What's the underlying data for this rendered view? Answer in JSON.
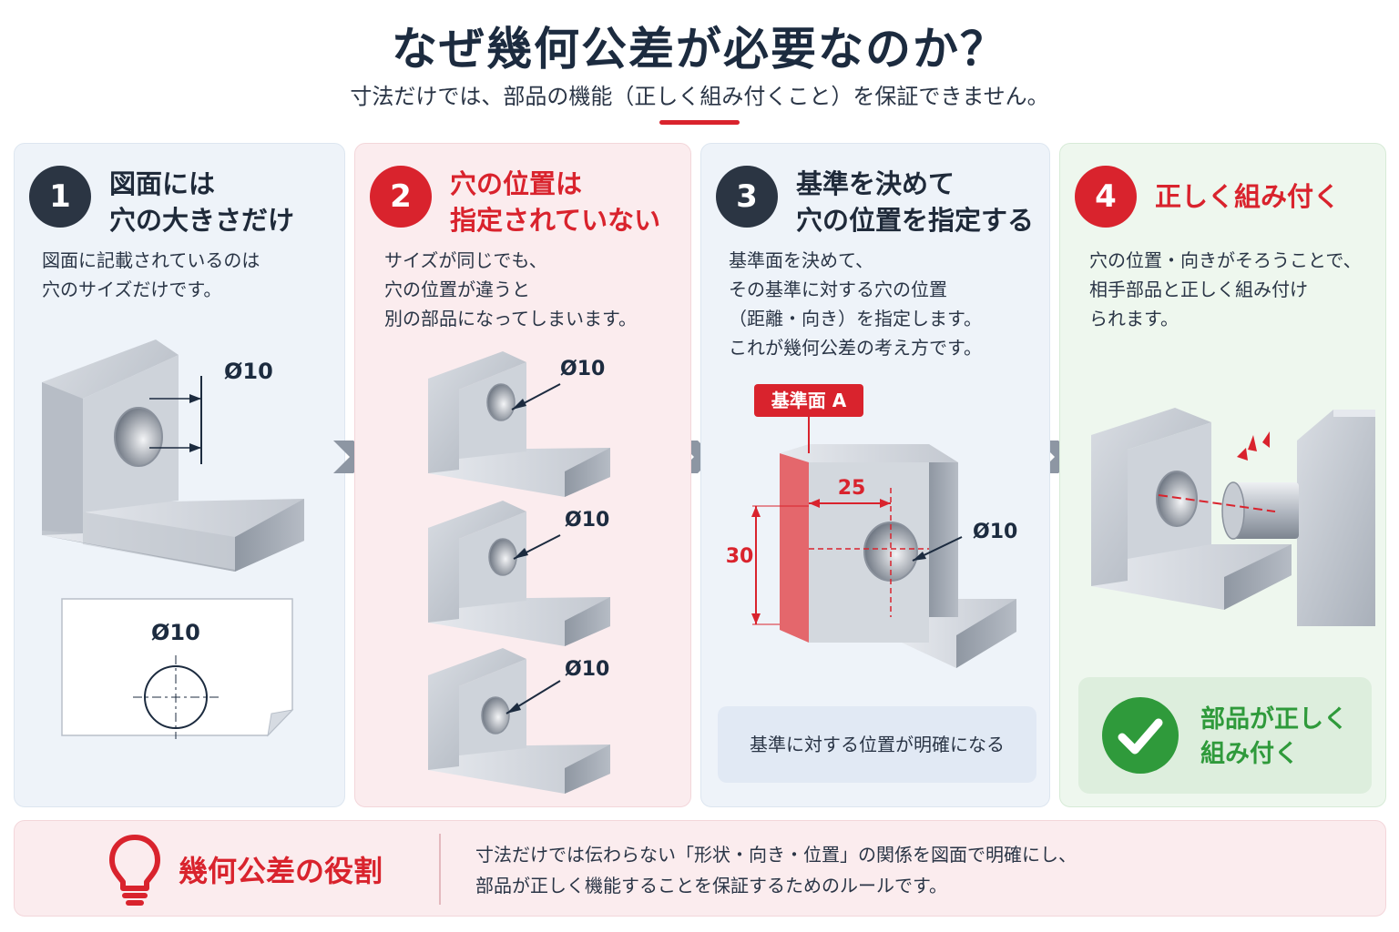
{
  "header": {
    "title": "なぜ幾何公差が必要なのか？",
    "subtitle": "寸法だけでは、部品の機能（正しく組み付くこと）を保証できません。"
  },
  "colors": {
    "accent_red": "#d9232d",
    "dark": "#2b3543",
    "success_green": "#2f9a3b"
  },
  "panels": [
    {
      "number": "1",
      "title_lines": [
        "図面には",
        "穴の大きさだけ"
      ],
      "desc_lines": [
        "図面に記載されているのは",
        "穴のサイズだけです。"
      ],
      "dim_label": "Ø10",
      "drawing_label": "Ø10"
    },
    {
      "number": "2",
      "title_lines": [
        "穴の位置は",
        "指定されていない"
      ],
      "desc_lines": [
        "サイズが同じでも、",
        "穴の位置が違うと",
        "別の部品になってしまいます。"
      ],
      "part_labels": [
        "Ø10",
        "Ø10",
        "Ø10"
      ]
    },
    {
      "number": "3",
      "title_lines": [
        "基準を決めて",
        "穴の位置を指定する"
      ],
      "desc_lines": [
        "基準面を決めて、",
        "その基準に対する穴の位置",
        "（距離・向き）を指定します。",
        "これが幾何公差の考え方です。"
      ],
      "datum_label": "基準面 A",
      "dim_horizontal": "25",
      "dim_vertical": "30",
      "dim_hole": "Ø10",
      "note": "基準に対する位置が明確になる"
    },
    {
      "number": "4",
      "title_lines": [
        "正しく組み付く"
      ],
      "desc_lines": [
        "穴の位置・向きがそろうことで、",
        "相手部品と正しく組み付け",
        "られます。"
      ],
      "result_lines": [
        "部品が正しく",
        "組み付く"
      ]
    }
  ],
  "icons": [
    "arrow-right-icon",
    "check-circle-icon",
    "lightbulb-icon"
  ],
  "footer": {
    "title": "幾何公差の役割",
    "text_lines": [
      "寸法だけでは伝わらない「形状・向き・位置」の関係を図面で明確にし、",
      "部品が正しく機能することを保証するためのルールです。"
    ]
  }
}
